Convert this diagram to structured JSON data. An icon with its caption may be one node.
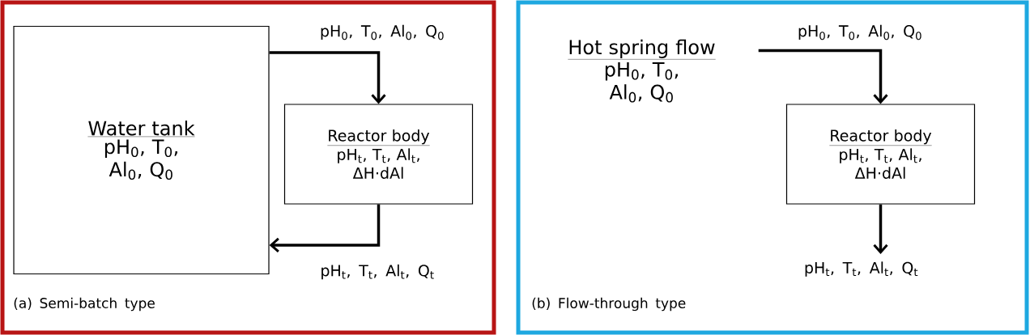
{
  "diagram": {
    "nodes": [
      {
        "text": [
          "(a) Semi-batch type"
        ]
      },
      {
        "text": [
          "Water tank",
          "pH$_{0}$, T$_{0}$, Al$_{0}$, Q$_{0}$"
        ],
        "in": 0
      },
      {
        "text": [
          "Reactor body",
          "pH$_{t}$, T$_{t}$, Al$_{t}$, ΔH·dAl"
        ],
        "in": 0
      },
      {
        "text": [
          "(b) Flow-through type"
        ]
      },
      {
        "text": [
          "Hot spring flow",
          "pH$_{0}$, T$_{0}$, Al$_{0}$, Q$_{0}$"
        ],
        "in": 3
      },
      {
        "text": [
          "Reactor body",
          "pH$_{t}$, T$_{t}$, Al$_{t}$, ΔH·dAl"
        ],
        "in": 3
      },
      {
        "text": [
          "pH$_{t}$, T$_{t}$, Al$_{t}$, Q$_{t}$"
        ],
        "in": 3
      }
    ],
    "edges": [
      {
        "from": 1,
        "to": 2,
        "arrow": "to",
        "label": "pH$_{0}$, T$_{0}$, Al$_{0}$, Q$_{0}$"
      },
      {
        "from": 2,
        "to": 1,
        "arrow": "to",
        "label": "pH$_{t}$, T$_{t}$, Al$_{t}$, Q$_{t}$"
      },
      {
        "from": 4,
        "to": 5,
        "arrow": "to",
        "label": "pH$_{0}$, T$_{0}$, Al$_{0}$, Q$_{0}$"
      },
      {
        "from": 5,
        "to": 6,
        "arrow": "to"
      }
    ]
  }
}
